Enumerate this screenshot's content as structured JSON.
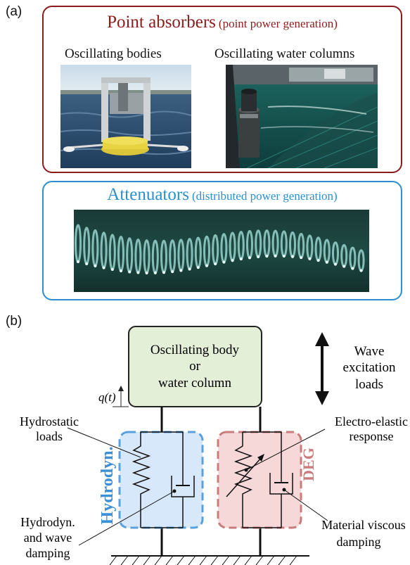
{
  "panel_a": {
    "label": "(a)",
    "point_absorbers": {
      "title": "Point absorbers",
      "subtitle": "(point power generation)",
      "color": "#8b1c1c",
      "left_caption": "Oscillating bodies",
      "right_caption": "Oscillating water columns"
    },
    "attenuators": {
      "title": "Attenuators",
      "subtitle": "(distributed power generation)",
      "color": "#2b8fd0"
    }
  },
  "panel_b": {
    "label": "(b)",
    "body_text": [
      "Oscillating body",
      "or",
      "water column"
    ],
    "q_label": "q(t)",
    "wave_text": [
      "Wave",
      "excitation",
      "loads"
    ],
    "hydrostatic": [
      "Hydrostatic",
      "loads"
    ],
    "hydrodyn_label": "Hydrodyn.",
    "deg_label": "DEG",
    "electro": [
      "Electro-elastic",
      "response"
    ],
    "hydro_damping": [
      "Hydrodyn.",
      "and wave",
      "damping"
    ],
    "material": [
      "Material viscous",
      "damping"
    ],
    "colors": {
      "body_fill": "#e3efd6",
      "hydro_fill": "#d7e8fb",
      "hydro_border": "#5aa0dc",
      "hydro_text": "#3d8fd6",
      "deg_fill": "#f6d8d8",
      "deg_border": "#c97c7c",
      "deg_text": "#c97c7c"
    }
  }
}
